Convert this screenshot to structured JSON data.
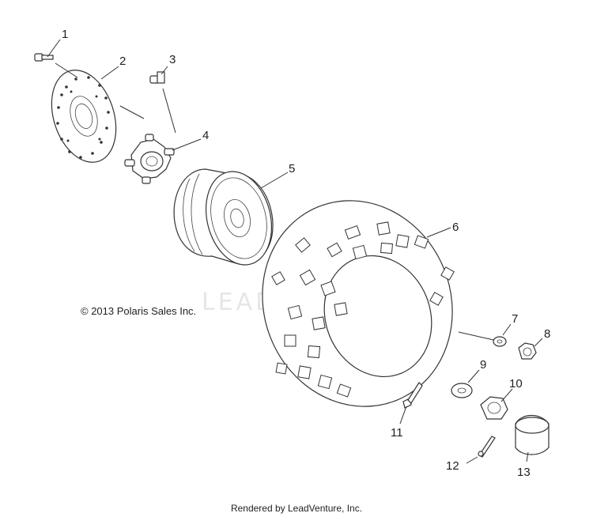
{
  "callouts": [
    "1",
    "2",
    "3",
    "4",
    "5",
    "6",
    "7",
    "8",
    "9",
    "10",
    "11",
    "12",
    "13"
  ],
  "copyright": "© 2013 Polaris Sales Inc.",
  "watermark": "LEADVENTURE",
  "footer": "Rendered by LeadVenture, Inc.",
  "parts": {
    "1": "bolt",
    "2": "brake-disc",
    "3": "bolt",
    "4": "hub",
    "5": "wheel-rim",
    "6": "tire",
    "7": "washer",
    "8": "nut",
    "9": "washer",
    "10": "castle-nut",
    "11": "wheel-stud",
    "12": "cotter-pin",
    "13": "hub-cap"
  }
}
